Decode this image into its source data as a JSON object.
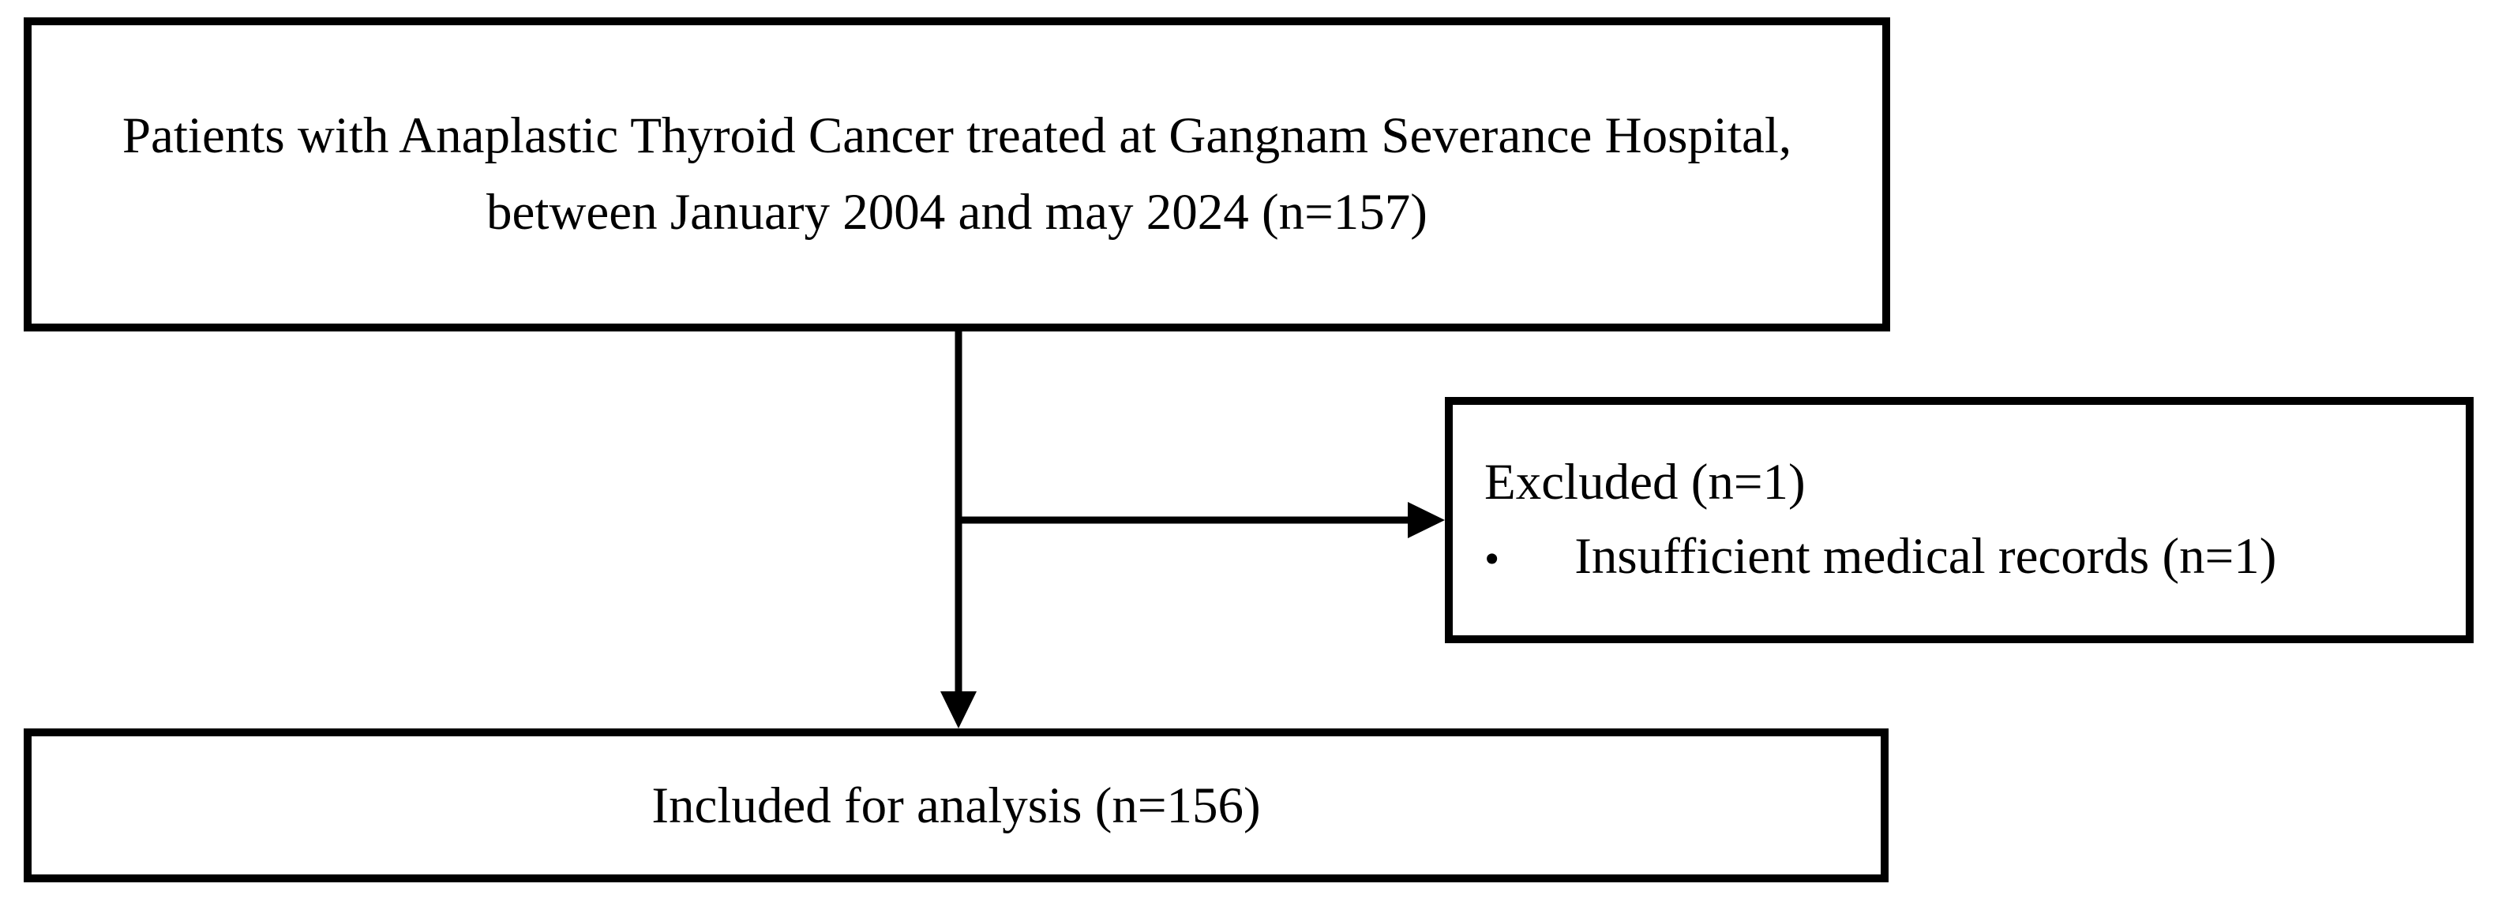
{
  "diagram": {
    "background_color": "#ffffff",
    "line_color": "#000000",
    "boxes": {
      "source": {
        "text": "Patients with Anaplastic Thyroid Cancer treated at Gangnam Severance Hospital, between January 2004 and may 2024 (n=157)",
        "n": 157
      },
      "excluded": {
        "title": "Excluded (n=1)",
        "n": 1,
        "bullet_glyph": "•",
        "items": [
          {
            "text": "Insufficient medical records (n=1)",
            "n": 1
          }
        ]
      },
      "included": {
        "text": "Included for analysis (n=156)",
        "n": 156
      }
    }
  }
}
